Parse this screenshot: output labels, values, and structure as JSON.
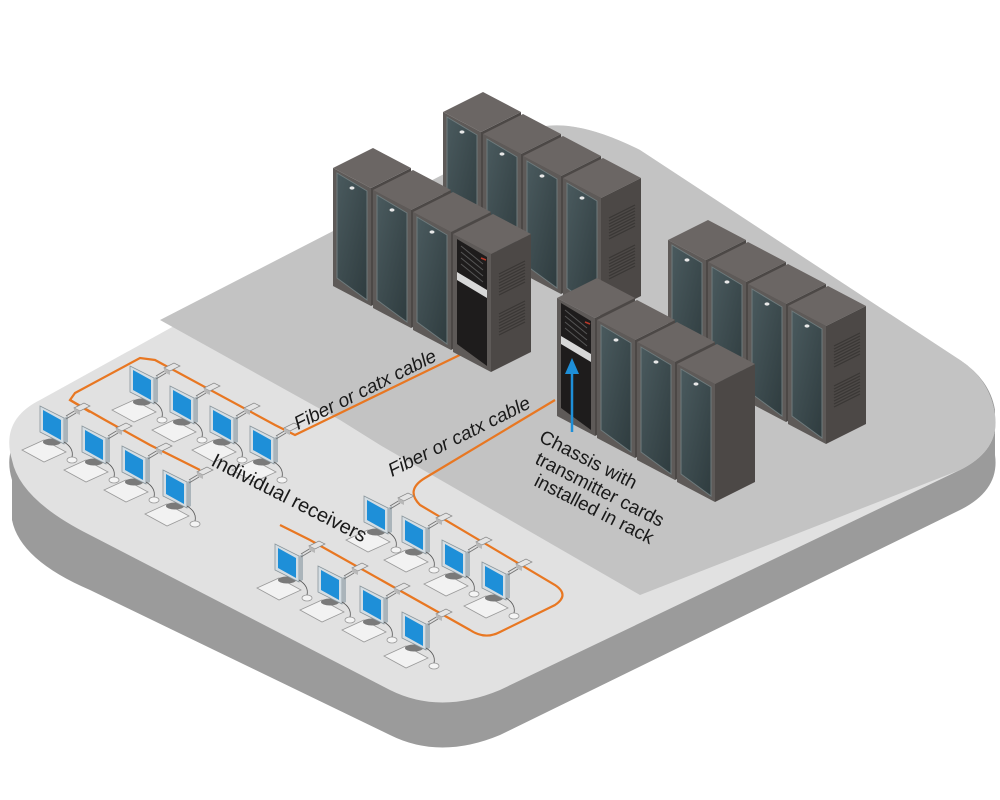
{
  "diagram": {
    "title": "",
    "labels": {
      "cable_upper": "Fiber or catx cable",
      "cable_lower": "Fiber or catx cable",
      "receivers": "Individual receivers",
      "chassis": [
        "Chassis with",
        "transmitter cards",
        "installed in rack"
      ]
    },
    "colors": {
      "background": "#ffffff",
      "platform_top_light": "#e1e1e1",
      "platform_top_dark": "#c3c3c3",
      "platform_edge": "#9b9b9b",
      "rack_body": "#5e5a58",
      "rack_side": "#4c4846",
      "rack_top": "#6b6664",
      "rack_door": "#3f4d50",
      "cable": "#e87722",
      "monitor_screen": "#1e8fd8",
      "arrow": "#1e8fd8"
    },
    "rack_groups": [
      {
        "name": "back-row",
        "count": 4,
        "highlighted": 0
      },
      {
        "name": "left-row",
        "count": 4,
        "highlighted": 1
      },
      {
        "name": "center-row",
        "count": 4,
        "highlighted": 1
      },
      {
        "name": "right-row",
        "count": 4,
        "highlighted": 0
      }
    ],
    "receiver_groups": [
      {
        "name": "upper-left-group",
        "count": 4
      },
      {
        "name": "lower-left-group",
        "count": 4
      },
      {
        "name": "middle-right-group",
        "count": 4
      },
      {
        "name": "bottom-group",
        "count": 4
      }
    ]
  }
}
